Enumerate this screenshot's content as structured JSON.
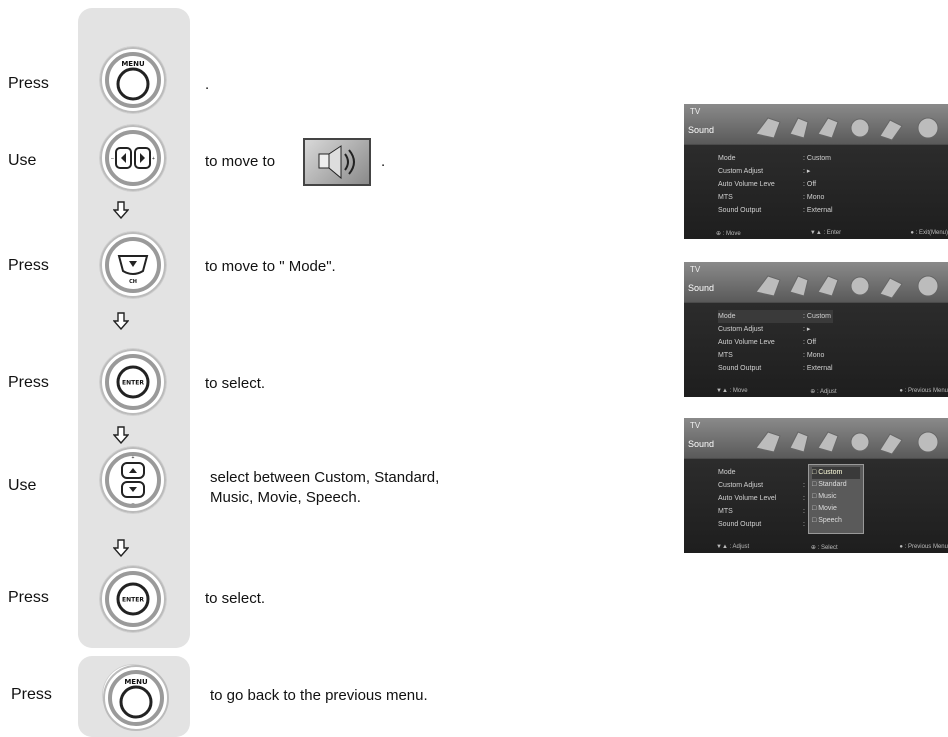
{
  "steps": [
    {
      "verb": "Press",
      "button": "menu",
      "desc": "."
    },
    {
      "verb": "Use",
      "button": "left-right",
      "desc": "to move to",
      "desc_tail": "."
    },
    {
      "verb": "Press",
      "button": "down",
      "desc": "to move to \" Mode\"."
    },
    {
      "verb": "Press",
      "button": "enter",
      "desc": "to select."
    },
    {
      "verb": "Use",
      "button": "up-down",
      "desc": "select between Custom, Standard,",
      "desc2": "Music, Movie, Speech."
    },
    {
      "verb": "Press",
      "button": "enter",
      "desc": "to select."
    },
    {
      "verb": "Press",
      "button": "menu",
      "desc": "to go back to the previous menu."
    }
  ],
  "button_labels": {
    "menu": "MENU",
    "enter": "ENTER",
    "ch": "CH"
  },
  "screens": [
    {
      "header": "TV",
      "title": "Sound",
      "rows": [
        {
          "k": "Mode",
          "v": ": Custom"
        },
        {
          "k": "Custom Adjust",
          "v": ": ▸"
        },
        {
          "k": "Auto Volume Leve",
          "v": ": Off"
        },
        {
          "k": "MTS",
          "v": ": Mono"
        },
        {
          "k": "Sound Output",
          "v": ": External"
        }
      ],
      "footer": [
        "⊕ : Move",
        "▼▲ : Enter",
        "● : Exit(Menu)"
      ]
    },
    {
      "header": "TV",
      "title": "Sound",
      "rows": [
        {
          "k": "Mode",
          "v": ": Custom"
        },
        {
          "k": "Custom Adjust",
          "v": ": ▸"
        },
        {
          "k": "Auto Volume Leve",
          "v": ": Off"
        },
        {
          "k": "MTS",
          "v": ": Mono"
        },
        {
          "k": "Sound Output",
          "v": ": External"
        }
      ],
      "footer": [
        "▼▲ : Move",
        "⊕ : Adjust",
        "● : Previous Menu"
      ]
    },
    {
      "header": "TV",
      "title": "Sound",
      "rows": [
        {
          "k": "Mode",
          "v": ""
        },
        {
          "k": "Custom Adjust",
          "v": ":"
        },
        {
          "k": "Auto Volume Level",
          "v": ":"
        },
        {
          "k": "MTS",
          "v": ":"
        },
        {
          "k": "Sound Output",
          "v": ":"
        }
      ],
      "options": [
        "Custom",
        "Standard",
        "Music",
        "Movie",
        "Speech"
      ],
      "footer": [
        "▼▲ : Adjust",
        "⊕ : Select",
        "● : Previous Menu"
      ]
    }
  ],
  "colors": {
    "panel": "#e3e3e3",
    "button_ring": "#9a9a9a",
    "screen_bg": "#1e1e1e"
  }
}
